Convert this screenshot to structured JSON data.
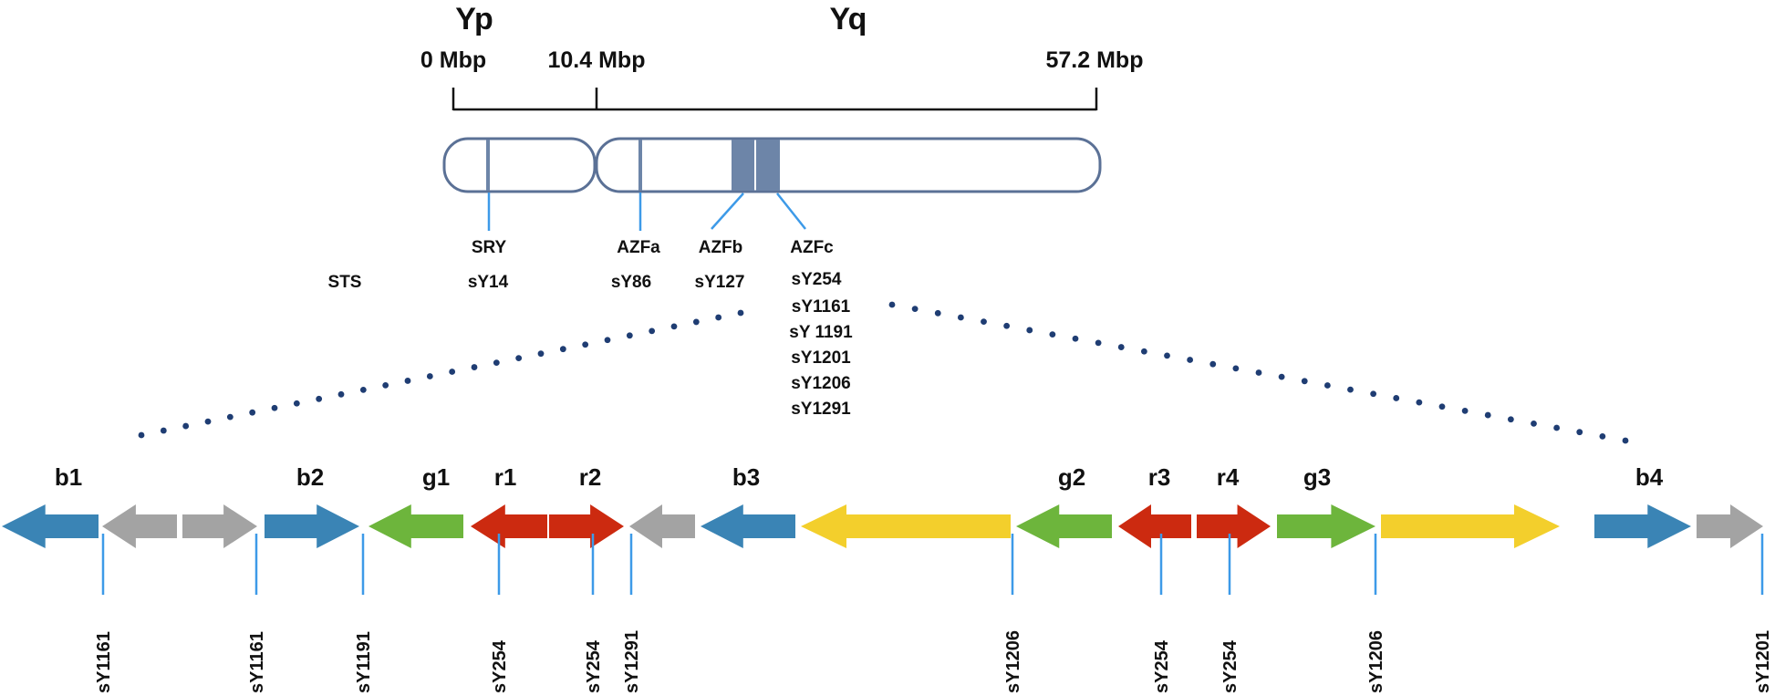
{
  "chromosome": {
    "arms": [
      {
        "id": "Yp",
        "label": "Yp"
      },
      {
        "id": "Yq",
        "label": "Yq"
      }
    ],
    "scale": [
      {
        "label": "0 Mbp",
        "mbp": 0
      },
      {
        "label": "10.4 Mbp",
        "mbp": 10.4
      },
      {
        "label": "57.2 Mbp",
        "mbp": 57.2
      }
    ],
    "regions": [
      {
        "label": "SRY",
        "sts": [
          "sY14"
        ]
      },
      {
        "label": "AZFa",
        "sts": [
          "sY86"
        ]
      },
      {
        "label": "AZFb",
        "sts": [
          "sY127"
        ]
      },
      {
        "label": "AZFc",
        "sts": [
          "sY254",
          "sY1161",
          "sY 1191",
          "sY1201",
          "sY1206",
          "sY1291"
        ]
      }
    ],
    "sts_heading": "STS"
  },
  "amplicons": [
    {
      "label": "b1",
      "color": "#3a84b5",
      "direction": "left"
    },
    {
      "label": "",
      "color": "#a3a3a3",
      "direction": "left"
    },
    {
      "label": "",
      "color": "#a3a3a3",
      "direction": "right"
    },
    {
      "label": "b2",
      "color": "#3a84b5",
      "direction": "right"
    },
    {
      "label": "g1",
      "color": "#6db53c",
      "direction": "left"
    },
    {
      "label": "r1",
      "color": "#cc2a10",
      "direction": "left"
    },
    {
      "label": "r2",
      "color": "#cc2a10",
      "direction": "right"
    },
    {
      "label": "",
      "color": "#a3a3a3",
      "direction": "left"
    },
    {
      "label": "b3",
      "color": "#3a84b5",
      "direction": "left"
    },
    {
      "label": "",
      "color": "#f3cf2c",
      "direction": "left"
    },
    {
      "label": "g2",
      "color": "#6db53c",
      "direction": "left"
    },
    {
      "label": "r3",
      "color": "#cc2a10",
      "direction": "left"
    },
    {
      "label": "r4",
      "color": "#cc2a10",
      "direction": "right"
    },
    {
      "label": "g3",
      "color": "#6db53c",
      "direction": "right"
    },
    {
      "label": "",
      "color": "#f3cf2c",
      "direction": "right"
    },
    {
      "label": "b4",
      "color": "#3a84b5",
      "direction": "right"
    },
    {
      "label": "",
      "color": "#a3a3a3",
      "direction": "right"
    }
  ],
  "markers": [
    "sY1161",
    "sY1161",
    "sY1191",
    "sY254",
    "sY254",
    "sY1291",
    "sY1206",
    "sY254",
    "sY254",
    "sY1206",
    "sY1201"
  ],
  "colors": {
    "chromosome_outline": "#5b7196",
    "band_fill": "#6d85a8",
    "marker_line": "#3d9ae8",
    "dots": "#1f3d73",
    "scale_line": "#111111"
  }
}
